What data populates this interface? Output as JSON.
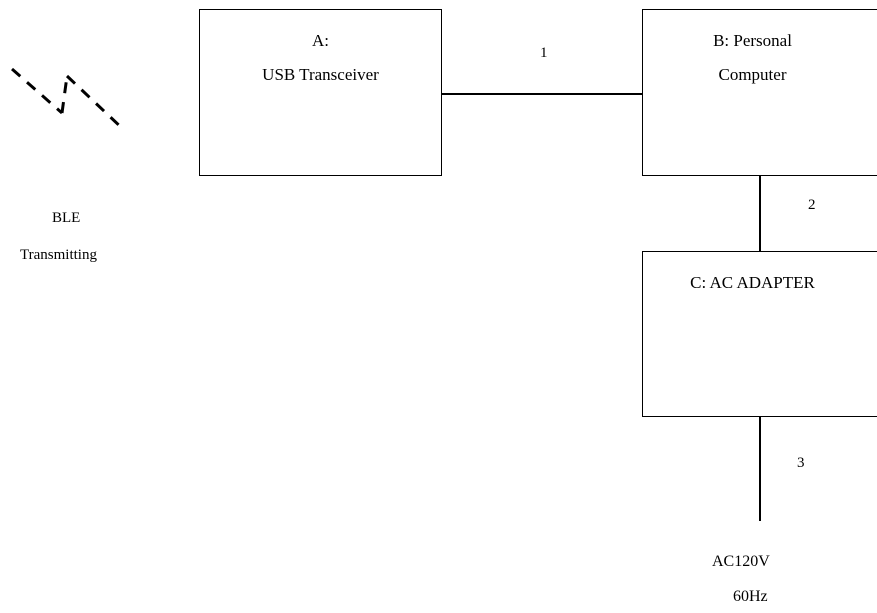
{
  "boxes": {
    "a": {
      "line1": "A:",
      "line2": "USB Transceiver"
    },
    "b": {
      "line1": "B: Personal",
      "line2": "Computer"
    },
    "c": {
      "line1": "C: AC ADAPTER"
    }
  },
  "connections": {
    "c1": "1",
    "c2": "2",
    "c3": "3"
  },
  "ble": {
    "line1": "BLE",
    "line2": "Transmitting"
  },
  "power": {
    "line1": "AC120V",
    "line2": "60Hz"
  }
}
